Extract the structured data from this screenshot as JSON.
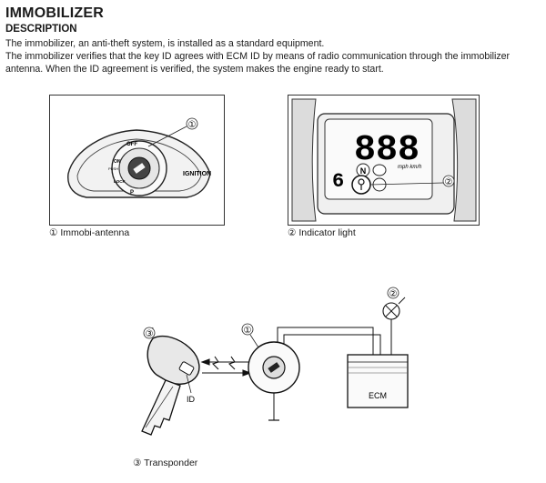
{
  "header": {
    "title": "IMMOBILIZER",
    "subtitle": "DESCRIPTION"
  },
  "body": {
    "paragraph1": "The immobilizer, an anti-theft system, is installed as a standard equipment.",
    "paragraph2": "The immobilizer verifies that the key ID agrees with ECM ID by means of radio communication through the immobilizer antenna. When the ID agreement is verified, the system makes the engine ready to start."
  },
  "figure_left": {
    "callout": "①",
    "ignition_label": "IGNITION",
    "off_label": "OFF",
    "on_label": "ON",
    "lock_label": "LOCK",
    "push_label": "PUSH",
    "p_label": "P",
    "caption": "① Immobi-antenna"
  },
  "figure_right": {
    "callout": "②",
    "speed_digits": "888",
    "speed_units": "mph km/h",
    "gear_digit": "6",
    "neutral_label": "N",
    "caption": "② Indicator light"
  },
  "diagram": {
    "callout_key": "③",
    "callout_antenna": "①",
    "callout_light": "②",
    "id_label": "ID",
    "ecm_label": "ECM",
    "caption": "③ Transponder"
  }
}
